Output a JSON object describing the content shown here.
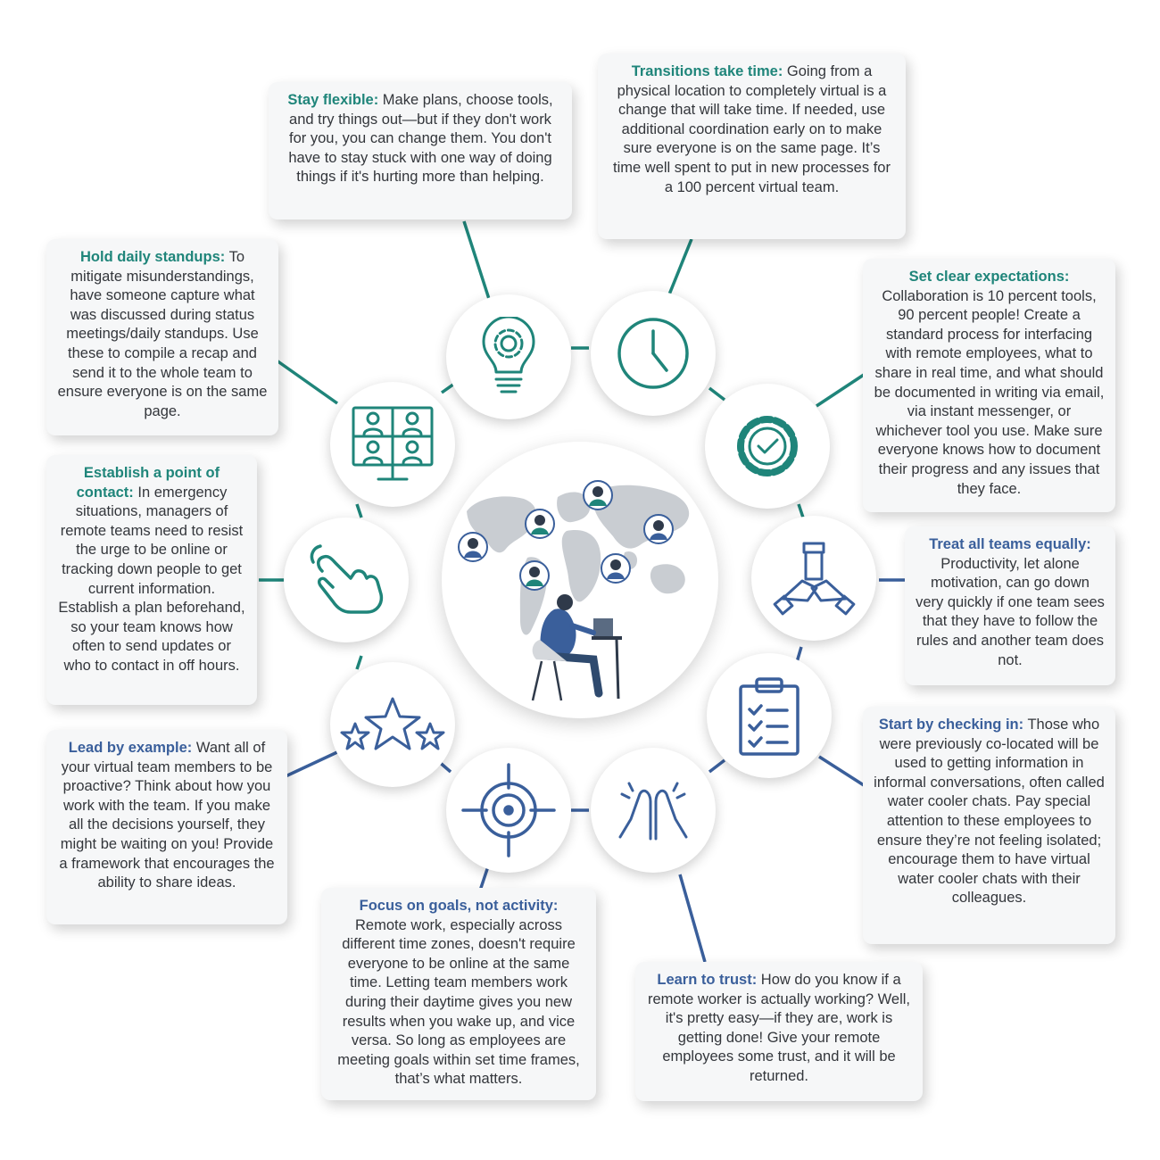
{
  "colors": {
    "teal": "#1f857a",
    "blue": "#3a5f9b",
    "card_bg": "#f6f7f8",
    "text": "#33363b"
  },
  "cards": {
    "stay_flexible": {
      "title": "Stay flexible:",
      "body": "Make plans, choose tools, and try things out—but if they don't work for you, you can change them. You don't have to stay stuck with one way of doing things if it's hurting more than helping."
    },
    "transitions": {
      "title": "Transitions take time:",
      "body": "Going from a physical location to completely virtual is a change that will take time. If needed, use additional coordination early on to make sure everyone is on the same page. It’s time well spent to put in new processes for a 100 percent virtual team."
    },
    "daily_standups": {
      "title": "Hold daily standups:",
      "body": "To mitigate misunderstandings, have someone capture what was discussed during status meetings/daily standups. Use these to compile a recap and send it to the whole team to ensure everyone is on the same page."
    },
    "expectations": {
      "title": "Set clear expectations:",
      "body": "Collaboration is 10 percent tools, 90 percent people! Create a standard process for interfacing with remote employees, what to share in real time, and what should be documented in writing via email, via instant messenger, or whichever tool you use. Make sure everyone knows how to document their progress and any issues that they face."
    },
    "point_of_contact": {
      "title": "Establish a point of contact:",
      "body": "In emergency situations, managers of remote teams need to resist the urge to be online or tracking down people to get current information. Establish a plan beforehand, so your team knows how often to send updates or who to contact in off hours."
    },
    "treat_equally": {
      "title": "Treat all teams equally:",
      "body": "Productivity, let alone motivation, can go down very quickly if one team sees that they have to follow the rules and another team does not."
    },
    "lead_by_example": {
      "title": "Lead by example:",
      "body": "Want all of your virtual team members to be proactive? Think about how you work with the team. If you make all the decisions yourself, they might be waiting on you! Provide a framework that encourages the ability to share ideas."
    },
    "checking_in": {
      "title": "Start by checking in:",
      "body": "Those who were previously co-located will be used to getting information in informal conversations, often called water cooler chats. Pay special attention to these employees to ensure they’re not feeling isolated; encourage them to have virtual water cooler chats with their colleagues."
    },
    "focus_goals": {
      "title": "Focus on goals, not activity:",
      "body": "Remote work, especially across different time zones, doesn't require everyone to be online at the same time. Letting team members work during their daytime gives you new results when you wake up, and vice versa. So long as employees are meeting goals within set time frames, that’s what matters."
    },
    "learn_trust": {
      "title": "Learn to trust:",
      "body": "How do you know if a remote worker is actually working? Well, it's pretty easy—if they are, work is getting done! Give your remote employees some trust, and it will be returned."
    }
  },
  "icons": {
    "flexible": "lightbulb-gear-icon",
    "transitions": "clock-icon",
    "expectations": "gear-check-icon",
    "equally": "stacked-hands-icon",
    "checking_in": "clipboard-checklist-icon",
    "trust": "praying-hands-icon",
    "goals": "target-crosshair-icon",
    "lead": "stars-icon",
    "contact": "pointing-hand-icon",
    "standups": "video-call-icon",
    "center": "world-map-remote-worker-icon"
  }
}
